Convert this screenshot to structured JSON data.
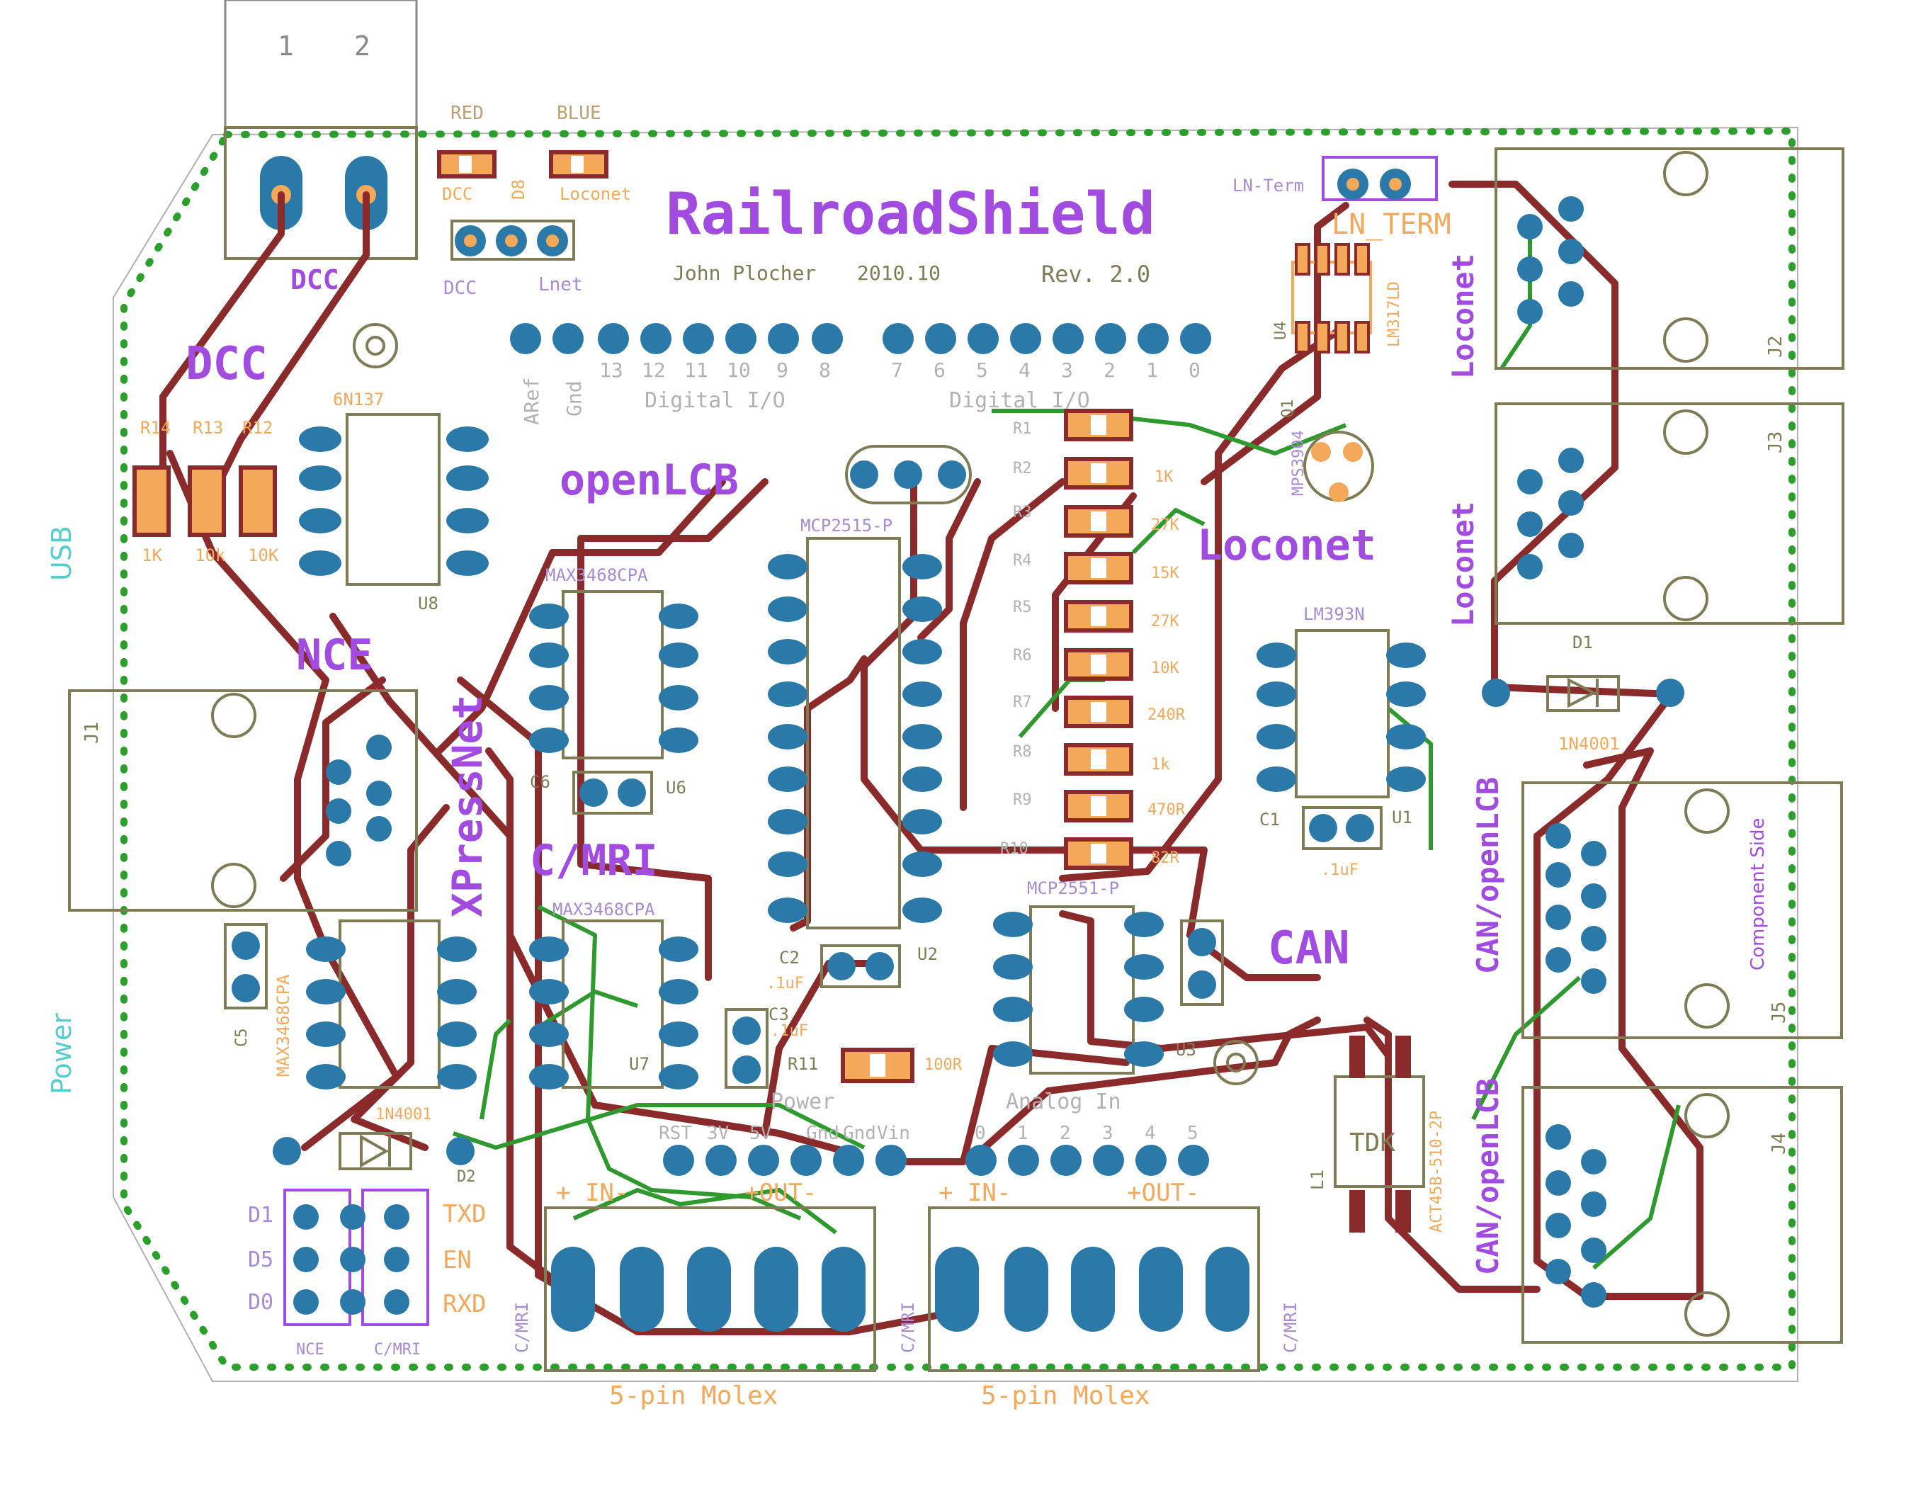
{
  "board": {
    "title": "RailroadShield",
    "author": "John Plocher",
    "date": "2010.10",
    "revision": "Rev. 2.0"
  },
  "headers": {
    "dcc_connector_pins": [
      "1",
      "2"
    ],
    "arduino_digital_pins": [
      "ARef",
      "Gnd",
      "13",
      "12",
      "11",
      "10",
      "9",
      "8",
      "7",
      "6",
      "5",
      "4",
      "3",
      "2",
      "1",
      "0"
    ],
    "digital_label": "Digital I/O",
    "power_pins": [
      "RST",
      "3V",
      "5V",
      "Gnd",
      "Gnd",
      "Vin"
    ],
    "power_label": "Power",
    "analog_pins": [
      "0",
      "1",
      "2",
      "3",
      "4",
      "5"
    ],
    "analog_label": "Analog In"
  },
  "section_labels": {
    "dcc_big": "DCC",
    "dcc_terminal": "DCC",
    "openlcb": "openLCB",
    "loconet": "Loconet",
    "nce": "NCE",
    "xpressnet": "XPressNet",
    "cmri": "C/MRI",
    "can": "CAN",
    "ln_term": "LN_TERM",
    "loconet_jack_1": "Loconet",
    "loconet_jack_2": "Loconet",
    "can_openlcb_1": "CAN/openLCB",
    "can_openlcb_2": "CAN/openLCB",
    "usb": "USB",
    "power": "Power",
    "component_side": "Component Side"
  },
  "components": {
    "led_red_label": "RED",
    "led_blue_label": "BLUE",
    "led_dcc": "DCC",
    "led_d8": "D8",
    "led_loconet": "Loconet",
    "jumper_dcc": "DCC",
    "jumper_lnet": "Lnet",
    "opto": "6N137",
    "opto_ref": "U8",
    "r14": "R14",
    "r13": "R13",
    "r12": "R12",
    "r14_value": "1K",
    "r13_value": "10k",
    "r12_value": "10K",
    "max_top": "MAX3468CPA",
    "max_top_ref": "U6",
    "max_bottom": "MAX3468CPA",
    "max_bottom_ref": "U7",
    "max_left": "MAX3468CPA",
    "mcp_top": "MCP2515-P",
    "mcp_top_ref": "U2",
    "mcp_bottom": "MCP2551-P",
    "mcp_bottom_ref": "U3",
    "lm393": "LM393N",
    "lm393_ref": "U1",
    "lm317": "LM317LD",
    "lm317_ref": "U4",
    "q1": "Q1",
    "q1_part": "MPS3904",
    "c1": "C1",
    "c1_value": ".1uF",
    "c2": "C2",
    "c2_value": ".1uF",
    "c3": "C3",
    "c3_value": ".1uF",
    "c5": "C5",
    "c6": "C6",
    "r11": "R11",
    "r11_value": "100R",
    "resistor_refs": [
      "R1",
      "R2",
      "R3",
      "R4",
      "R5",
      "R6",
      "R7",
      "R8",
      "R9",
      "R10"
    ],
    "resistor_values": [
      "",
      "1K",
      "27K",
      "15K",
      "27K",
      "10K",
      "240R",
      "1k",
      "470R",
      "82R"
    ],
    "diode_1n4001_a": "1N4001",
    "diode_d1": "D1",
    "diode_1n4001_b": "1N4001",
    "diode_d2": "D2",
    "inductor": "L1",
    "inductor_part": "ACT45B-510-2P",
    "tdk": "TDK",
    "ln_term_jumper": "LN-Term",
    "jack_refs": [
      "J1",
      "J2",
      "J3",
      "J4",
      "J5"
    ],
    "jumper_rows": [
      "D1",
      "D5",
      "D0"
    ],
    "jumper_signals": [
      "TXD",
      "EN",
      "RXD"
    ],
    "jumper_group_nce": "NCE",
    "jumper_group_cmri": "C/MRI",
    "molex_label_1": "5-pin Molex",
    "molex_label_2": "5-pin Molex",
    "molex_in_out_1": "+ IN-        +OUT-",
    "molex_in_out_2": "+ IN-        +OUT-",
    "molex_side_1": "C/MRI",
    "molex_side_2": "C/MRI",
    "molex_side_3": "C/MRI"
  },
  "colors": {
    "top_trace": "#8b2a2a",
    "bottom_trace": "#2e9a2e",
    "pad": "#2a79a8",
    "silk": "#7f7b55",
    "title": "#a14be0",
    "value": "#f4a85a",
    "edge_dots": "#2aa02a",
    "usb_power": "#57cccc"
  }
}
